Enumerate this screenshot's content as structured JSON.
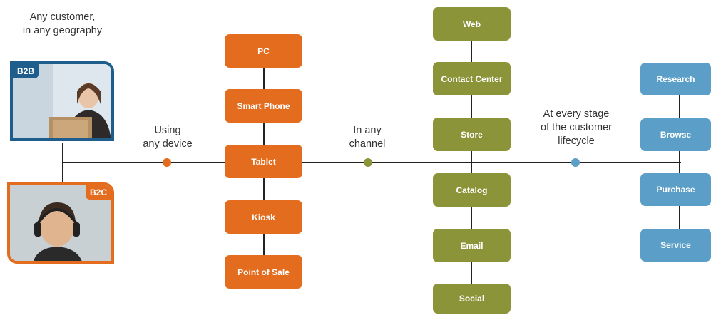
{
  "labels": {
    "customer_line1": "Any customer,",
    "customer_line2": "in any geography",
    "device_line1": "Using",
    "device_line2": "any device",
    "channel_line1": "In any",
    "channel_line2": "channel",
    "stage_line1": "At every stage",
    "stage_line2": "of the customer",
    "stage_line3": "lifecycle"
  },
  "customers": [
    {
      "badge": "B2B"
    },
    {
      "badge": "B2C"
    }
  ],
  "devices": [
    "PC",
    "Smart Phone",
    "Tablet",
    "Kiosk",
    "Point of Sale"
  ],
  "channels": [
    "Web",
    "Contact Center",
    "Store",
    "Catalog",
    "Email",
    "Social"
  ],
  "lifecycle": [
    "Research",
    "Browse",
    "Purchase",
    "Service"
  ],
  "colors": {
    "devices": "#e36c1f",
    "channels": "#8b9438",
    "lifecycle": "#5b9ec7",
    "b2b_frame": "#1f5d8c",
    "b2c_frame": "#e36c1f",
    "line": "#222222"
  }
}
